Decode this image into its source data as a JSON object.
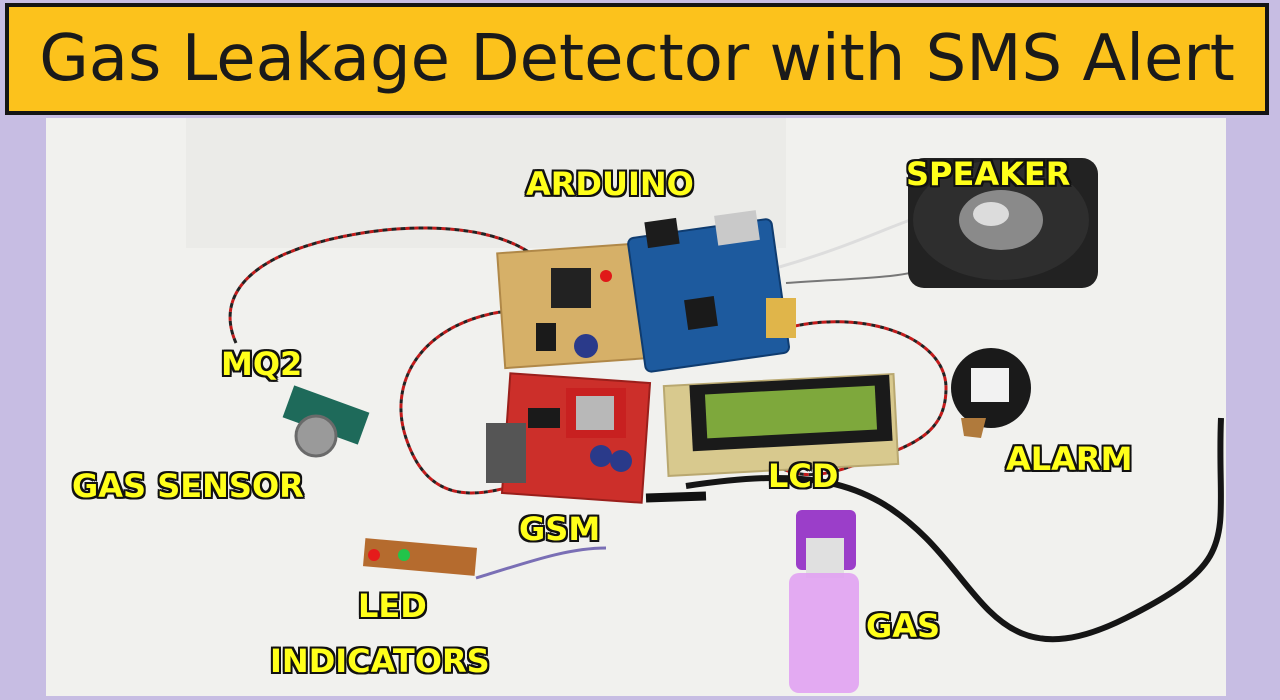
{
  "banner": {
    "title": "Gas Leakage Detector with SMS Alert"
  },
  "labels": {
    "arduino": "ARDUINO",
    "speaker": "SPEAKER",
    "mq2": "MQ2",
    "gas_sensor": "GAS SENSOR",
    "alarm": "ALARM",
    "lcd": "LCD",
    "gsm": "GSM",
    "led_line1": "LED",
    "led_line2": "INDICATORS",
    "gas": "GAS"
  },
  "colors": {
    "banner_bg": "#fcc21c",
    "label_text": "#ffff1a",
    "page_bg": "#c7bde3"
  }
}
